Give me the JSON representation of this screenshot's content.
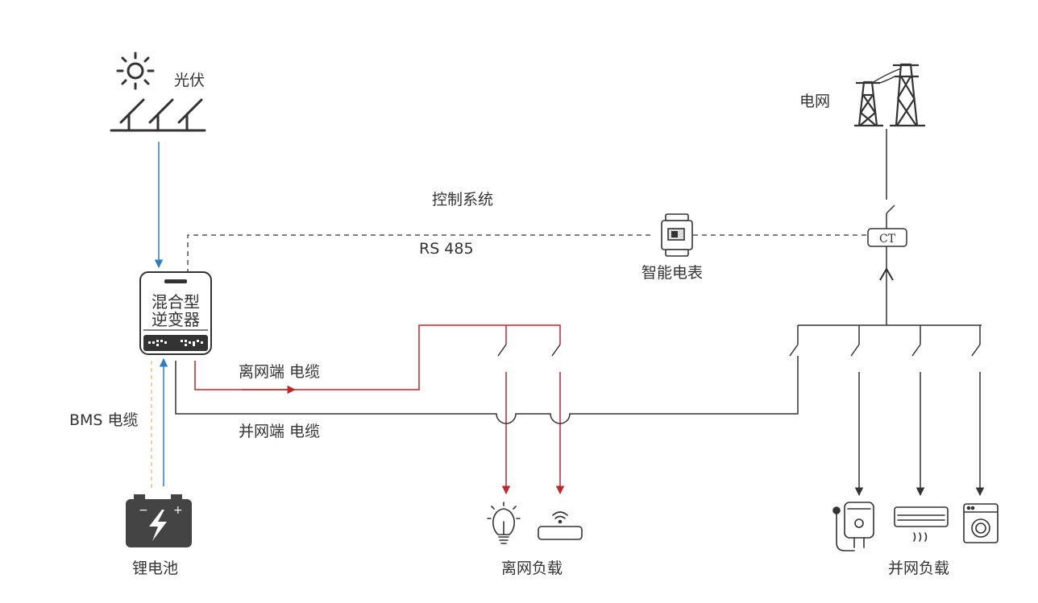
{
  "labels": {
    "pv": "光伏",
    "grid": "电网",
    "control_system": "控制系统",
    "rs485": "RS 485",
    "smart_meter": "智能电表",
    "ct": "CT",
    "inverter_line1": "混合型",
    "inverter_line2": "逆变器",
    "off_grid_cable": "离网端  电缆",
    "on_grid_cable": "并网端  电缆",
    "bms_cable": "BMS 电缆",
    "battery": "锂电池",
    "off_grid_load": "离网负载",
    "on_grid_load": "并网负载"
  },
  "colors": {
    "dc_line": "#2b7fc2",
    "off_grid_line": "#c0272d",
    "grid_line": "#333333",
    "bms_line": "#f5c07a",
    "dashed_line": "#555555"
  },
  "icons": [
    "sun-icon",
    "solar-panel-icon",
    "transmission-tower-icon",
    "smart-meter-icon",
    "ct-icon",
    "hybrid-inverter-icon",
    "battery-icon",
    "light-bulb-icon",
    "router-icon",
    "water-heater-icon",
    "air-conditioner-icon",
    "washing-machine-icon"
  ]
}
